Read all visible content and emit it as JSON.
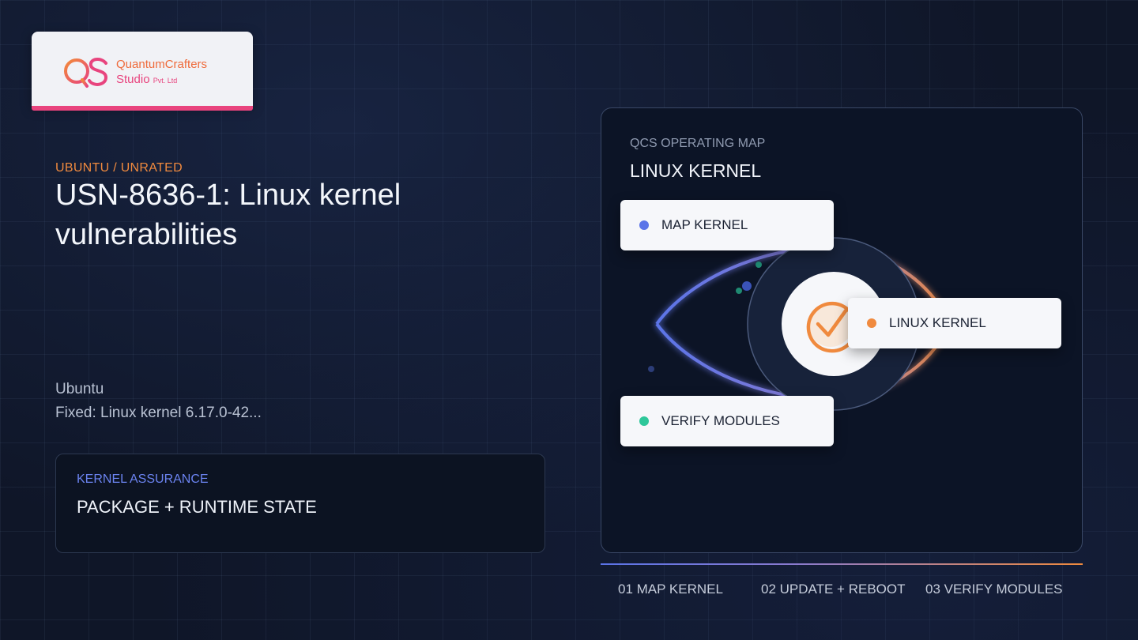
{
  "logo": {
    "name_line1": "QuantumCrafters",
    "name_line2": "Studio",
    "name_suffix": "Pvt. Ltd",
    "colors": {
      "orange": "#ef6a3a",
      "pink": "#e8447e"
    }
  },
  "article": {
    "eyebrow": "UBUNTU / UNRATED",
    "title": "USN-8636-1: Linux kernel vulnerabilities",
    "vendor": "Ubuntu",
    "fixed": "Fixed: Linux kernel 6.17.0-42..."
  },
  "assurance": {
    "label": "KERNEL ASSURANCE",
    "value": "PACKAGE + RUNTIME STATE"
  },
  "map": {
    "eyebrow": "QCS OPERATING MAP",
    "title": "LINUX KERNEL",
    "nodes": [
      {
        "label": "MAP KERNEL",
        "color": "#5b74e8"
      },
      {
        "label": "LINUX KERNEL",
        "color": "#f08a3e"
      },
      {
        "label": "VERIFY MODULES",
        "color": "#2ec79a"
      }
    ],
    "center_icon": "check-circle-icon"
  },
  "steps": [
    {
      "label": "01 MAP KERNEL"
    },
    {
      "label": "02 UPDATE + REBOOT"
    },
    {
      "label": "03 VERIFY MODULES"
    }
  ],
  "theme": {
    "accent_blue": "#5b74e8",
    "accent_orange": "#f08a3e",
    "accent_green": "#2ec79a",
    "background": "#0f1628"
  }
}
